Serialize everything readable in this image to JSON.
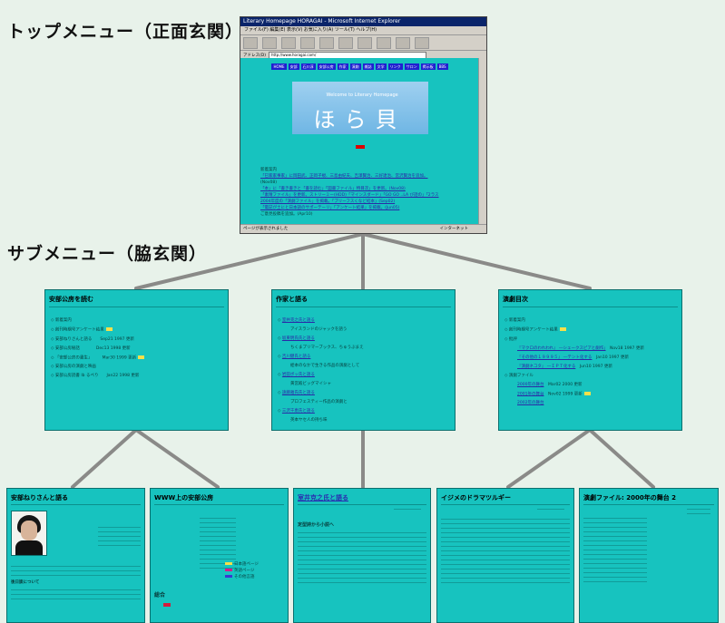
{
  "labels": {
    "top_menu": "トップメニュー（正面玄関）",
    "sub_menu": "サブメニュー（脇玄関）"
  },
  "browser": {
    "title": "Literary Homepage HORAGAI - Microsoft Internet Explorer",
    "menu": "ファイル(F)  編集(E)  表示(V)  お気に入り(A)  ツール(T)  ヘルプ(H)",
    "address_label": "アドレス(D)",
    "address": "http://www.horagai.com/",
    "nav": [
      "HOME",
      "安部",
      "石川淳",
      "安部公房",
      "作家",
      "演劇",
      "雑誌",
      "文学",
      "リンク",
      "サロン",
      "掲示板",
      "BBS"
    ],
    "banner_small": "Welcome to Literary Homepage",
    "banner_big": "ほら貝",
    "news_title": "新着案内",
    "news_lines": [
      "「巳家家事家」に岡田武、正岡子規、三島由紀夫、吉澤賢治、三好達治、宮沢賢治を追加。",
      "(Nov08)",
      "「本」に「書き書きと「書を読む」「図書ファイル」特目次」を更新。(Nov08)",
      "「素晴ファイル」を更新。ストリーミー(HDD)「マインスダード」「GO GO ‥LA び話の」「2ラス",
      "2004年度の「演劇ファイル」を掲載。「ブリーフスくなど結本」(Sep02)",
      "「電記が土にと日本語のサポーテーリ」「アンケート結果」を掲載。(Jun05)",
      "ご意見投稿を追加。(Apr10)"
    ],
    "status_left": "ページが表示されました",
    "status_right": "インターネット"
  },
  "sub_abe": {
    "title": "安部公房を読む",
    "rows": [
      "新着案内",
      "創刊時期号アンケート結果",
      "安部ねりさんと語る",
      "安部公房秘話",
      "「安部公房の書生」",
      "安部公房の演劇と映画",
      "安部公房読書 Ib るぺり"
    ],
    "dates": [
      "Sep21 1997 更新",
      "Dec13 1998 更新",
      "Mar30 1999 更新",
      "Jan22 1998 更新"
    ]
  },
  "sub_writers": {
    "title": "作家と語る",
    "rows": [
      "室井克之氏と語る",
      "坂東明氏氏と語る",
      "吉川健氏と語る",
      "岩田ボッ氏と語る",
      "遠藤雅氏氏と語る",
      "三沢千恵氏と語る"
    ],
    "descs": [
      "アイスランドのジャックを語う",
      "ちくまプリマーブックス、ちゅうぶまえ",
      "絵本のなかで生きる作品の演劇として",
      "黄宮殿ビッグマイシャ",
      "プロフェスティー作品の演劇と",
      "英本ヤセ人の持ち味"
    ]
  },
  "sub_drama": {
    "title": "演劇目次",
    "rows": [
      "新着案内",
      "創刊時期号アンケート結果",
      "批評",
      "演劇ファイル"
    ],
    "items": [
      "『マクロのわれわれ』 ―シェークスピアと劇作」",
      "『その他の１９９９５』 ―テント化する",
      "『演劇ネコタ』 ―ＩＰＴ化する",
      "2000年の舞台",
      "2001年の舞台",
      "2002年の舞台"
    ],
    "dates": [
      "Nov18 1997 更新",
      "Jan10 1997 更新",
      "Jun10 1997 更新",
      "Mar02 2000 更新",
      "Nov02 1999 更新"
    ]
  },
  "pages": {
    "abe_interview": {
      "title": "安部ねりさんと語る",
      "section": "後日談について"
    },
    "www_abe": {
      "title": "WWW上の安部公房",
      "legend": [
        "日本語ページ",
        "英語ページ",
        "その他言語"
      ],
      "footer": "総合"
    },
    "adachi": {
      "title": "室井克之氏と語る",
      "section": "定型詩から小説へ"
    },
    "ishiwa": {
      "title": "イジメのドラマツルギー"
    },
    "drama_file": {
      "title": "演劇ファイル: 2000年の舞台 2"
    }
  }
}
